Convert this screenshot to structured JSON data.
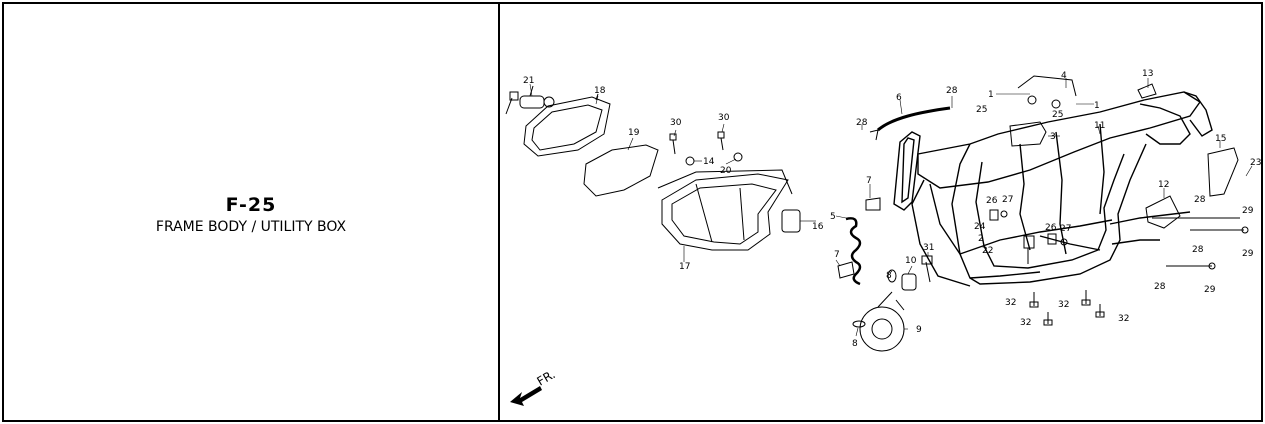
{
  "page": {
    "code": "F-25",
    "title": "FRAME BODY / UTILITY BOX"
  },
  "diagram": {
    "direction_label": "FR.",
    "callouts": {
      "c1a": "1",
      "c1b": "1",
      "c2": "2",
      "c3": "3",
      "c4": "4",
      "c5": "5",
      "c6": "6",
      "c7a": "7",
      "c7b": "7",
      "c8a": "8",
      "c8b": "8",
      "c9": "9",
      "c10": "10",
      "c11": "11",
      "c12": "12",
      "c13": "13",
      "c14": "14",
      "c15": "15",
      "c16": "16",
      "c17": "17",
      "c18": "18",
      "c19": "19",
      "c20": "20",
      "c21": "21",
      "c22": "22",
      "c23": "23",
      "c24": "24",
      "c25a": "25",
      "c25b": "25",
      "c26a": "26",
      "c26b": "26",
      "c27a": "27",
      "c27b": "27",
      "c28a": "28",
      "c28b": "28",
      "c28c": "28",
      "c28d": "28",
      "c28e": "28",
      "c29a": "29",
      "c29b": "29",
      "c29c": "29",
      "c30a": "30",
      "c30b": "30",
      "c31": "31",
      "c32a": "32",
      "c32b": "32",
      "c32c": "32",
      "c32d": "32"
    }
  }
}
